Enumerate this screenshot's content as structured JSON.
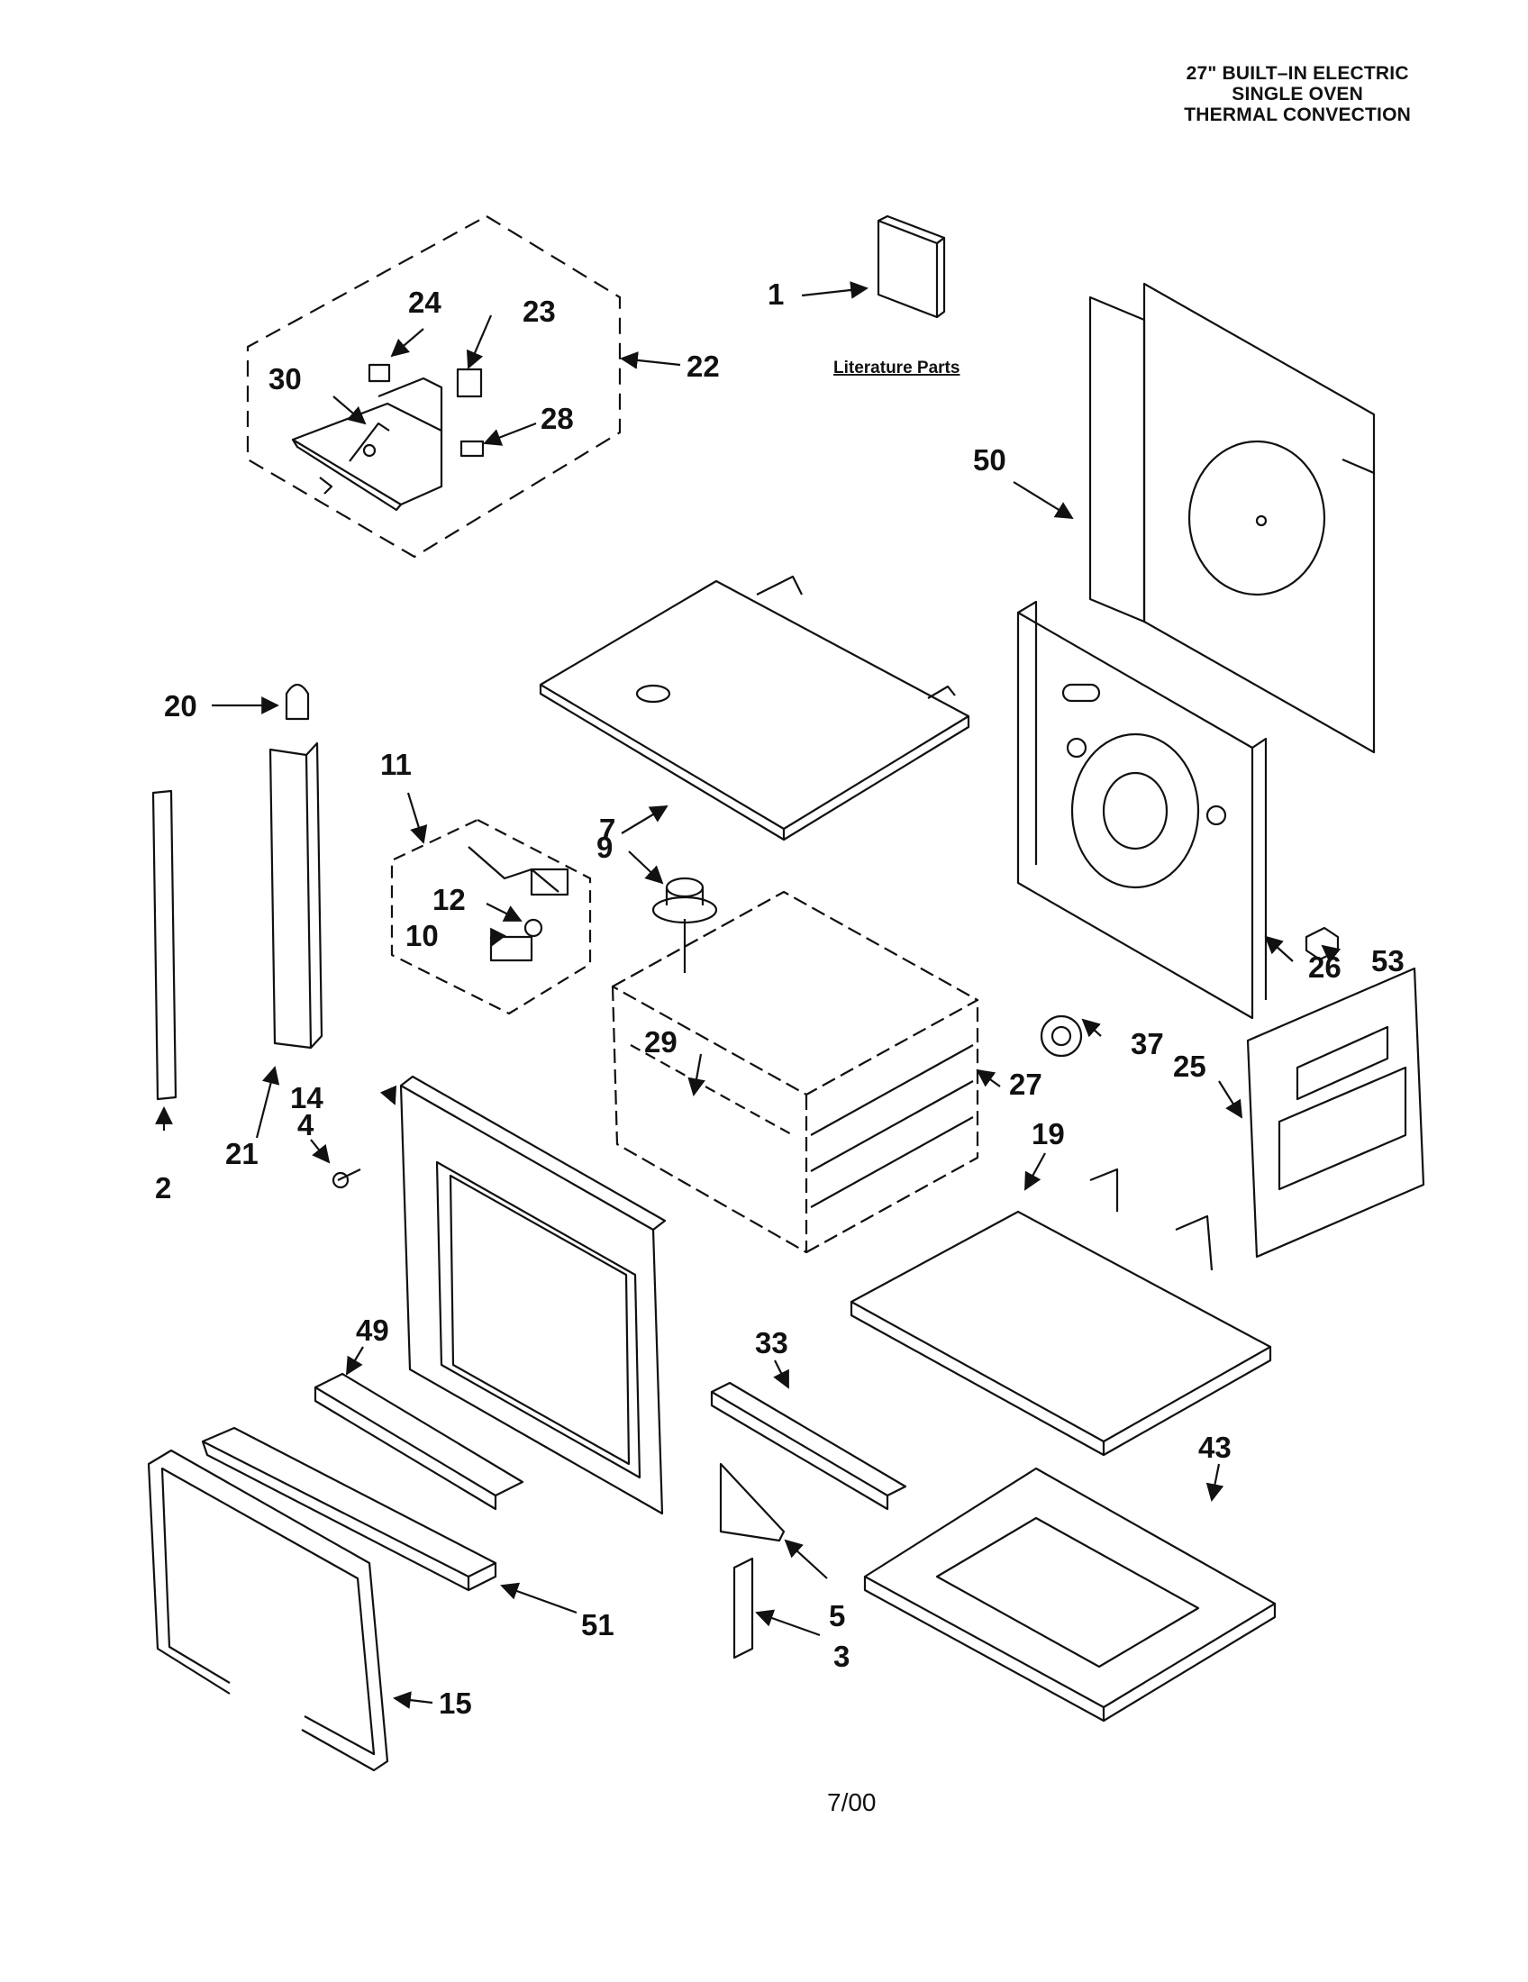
{
  "header": {
    "title_lines": [
      "27\" BUILT–IN ELECTRIC",
      "SINGLE OVEN",
      "THERMAL CONVECTION"
    ]
  },
  "literature_caption": "Literature Parts",
  "date_code": "7/00",
  "callouts": [
    {
      "id": "1",
      "text": "1"
    },
    {
      "id": "2",
      "text": "2"
    },
    {
      "id": "3",
      "text": "3"
    },
    {
      "id": "4",
      "text": "4"
    },
    {
      "id": "5",
      "text": "5"
    },
    {
      "id": "7",
      "text": "7"
    },
    {
      "id": "9",
      "text": "9"
    },
    {
      "id": "10",
      "text": "10"
    },
    {
      "id": "11",
      "text": "11"
    },
    {
      "id": "12",
      "text": "12"
    },
    {
      "id": "14",
      "text": "14"
    },
    {
      "id": "15",
      "text": "15"
    },
    {
      "id": "19",
      "text": "19"
    },
    {
      "id": "20",
      "text": "20"
    },
    {
      "id": "21",
      "text": "21"
    },
    {
      "id": "22",
      "text": "22"
    },
    {
      "id": "23",
      "text": "23"
    },
    {
      "id": "24",
      "text": "24"
    },
    {
      "id": "25",
      "text": "25"
    },
    {
      "id": "26",
      "text": "26"
    },
    {
      "id": "27",
      "text": "27"
    },
    {
      "id": "28",
      "text": "28"
    },
    {
      "id": "29",
      "text": "29"
    },
    {
      "id": "30",
      "text": "30"
    },
    {
      "id": "33",
      "text": "33"
    },
    {
      "id": "37",
      "text": "37"
    },
    {
      "id": "43",
      "text": "43"
    },
    {
      "id": "49",
      "text": "49"
    },
    {
      "id": "50",
      "text": "50"
    },
    {
      "id": "51",
      "text": "51"
    },
    {
      "id": "53",
      "text": "53"
    }
  ]
}
